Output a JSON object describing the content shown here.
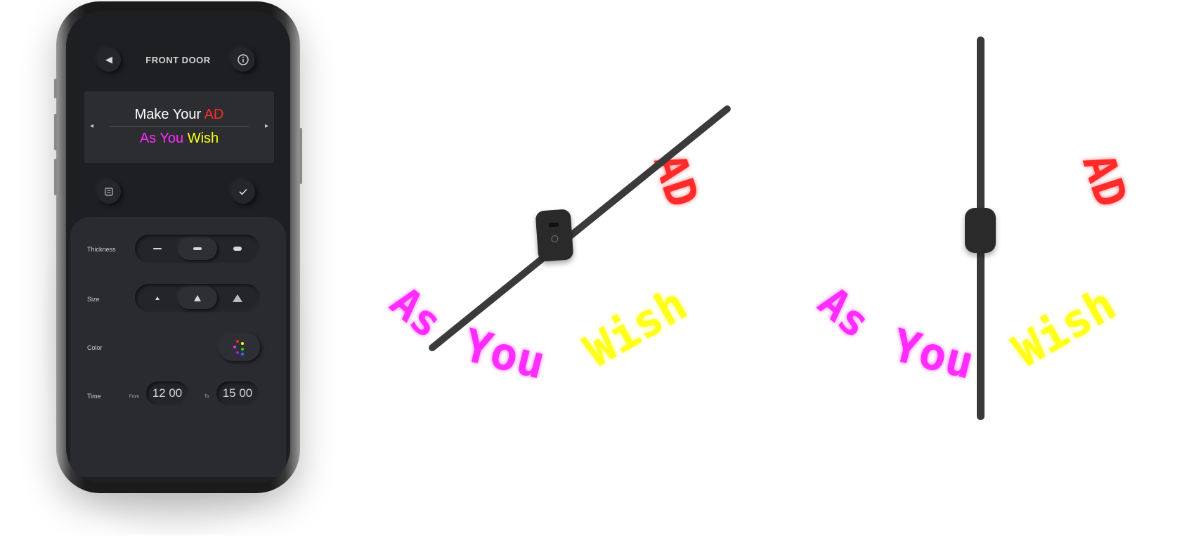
{
  "app": {
    "title": "FRONT DOOR",
    "preview": {
      "line1_white": "Make Your",
      "line1_red": "AD",
      "line2_magenta": "As You",
      "line2_yellow": "Wish",
      "left_arrow": "◂",
      "right_arrow": "▸"
    },
    "buttons": {
      "back_icon": "back-icon",
      "info_icon": "info-icon",
      "menu_icon": "menu-icon",
      "confirm_icon": "check-icon"
    },
    "settings": {
      "thickness_label": "Thickness",
      "size_label": "Size",
      "color_label": "Color",
      "time_label": "Time",
      "from_label": "From",
      "to_label": "To",
      "from_value": "12 00",
      "to_value": "15 00",
      "thickness_selected": 2,
      "size_selected": 2
    },
    "colors": {
      "red": "#ff2a2a",
      "magenta": "#ff2bff",
      "yellow": "#ffff1a",
      "green": "#2bd32b",
      "blue": "#3a6cff",
      "purple": "#8a2be2"
    }
  },
  "holograms": {
    "text_ad": "AD",
    "text_as": "As",
    "text_you": "You",
    "text_wish": "Wish"
  }
}
